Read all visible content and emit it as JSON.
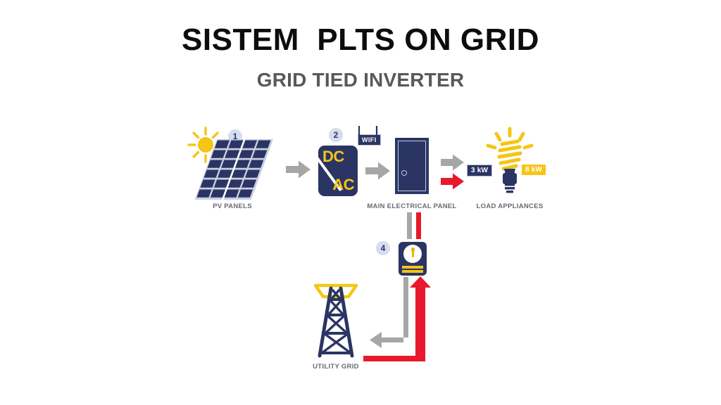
{
  "slide": {
    "background_color": "#ffffff",
    "title": "SISTEM  PLTS ON GRID",
    "subtitle": "GRID TIED INVERTER"
  },
  "palette": {
    "navy": "#2b3563",
    "yellow": "#f5c518",
    "gray_arrow": "#a6a6a6",
    "red_arrow": "#e8192c",
    "badge_bg": "#d7dcef",
    "caption_text": "#666a73",
    "title_text": "#0d0d0d",
    "subtitle_text": "#595959"
  },
  "diagram": {
    "nodes": [
      {
        "id": "sun",
        "icon": "sun-icon",
        "label": ""
      },
      {
        "id": "pv-panels",
        "step": "1",
        "icon": "solar-panel-icon",
        "label": "PV PANELS"
      },
      {
        "id": "inverter",
        "step": "2",
        "icon": "inverter-icon",
        "label": "",
        "text_top": "DC",
        "text_bottom": "AC",
        "chip": "WIFI"
      },
      {
        "id": "main-electrical-panel",
        "icon": "electrical-panel-icon",
        "label": "MAIN ELECTRICAL PANEL"
      },
      {
        "id": "load-appliances",
        "icon": "light-bulb-icon",
        "label": "LOAD APPLIANCES"
      },
      {
        "id": "energy-meter",
        "step": "4",
        "icon": "meter-icon",
        "label": ""
      },
      {
        "id": "utility-grid",
        "icon": "transmission-tower-icon",
        "label": "UTILITY GRID"
      }
    ],
    "badges": [
      {
        "id": "load-draw",
        "text": "3 kW",
        "style": "dark"
      },
      {
        "id": "load-capacity",
        "text": "8 kW",
        "style": "yellow"
      }
    ],
    "chips": [
      {
        "id": "wifi",
        "text": "WIFI"
      }
    ],
    "inverter_labels": {
      "dc": "DC",
      "ac": "AC"
    },
    "step_numbers": {
      "pv": "1",
      "inverter": "2",
      "meter": "4"
    },
    "flows": [
      {
        "id": "pv-to-inverter",
        "color": "#a6a6a6",
        "direction": "right"
      },
      {
        "id": "inverter-to-panel",
        "color": "#a6a6a6",
        "direction": "right"
      },
      {
        "id": "panel-to-load-gray",
        "color": "#a6a6a6",
        "direction": "right"
      },
      {
        "id": "panel-to-load-red",
        "color": "#e8192c",
        "direction": "right"
      },
      {
        "id": "panel-to-meter-gray",
        "color": "#a6a6a6",
        "direction": "down"
      },
      {
        "id": "panel-to-meter-red",
        "color": "#e8192c",
        "direction": "down"
      },
      {
        "id": "meter-to-grid-gray",
        "color": "#a6a6a6",
        "direction": "left"
      },
      {
        "id": "grid-to-meter-red",
        "color": "#e8192c",
        "direction": "up"
      }
    ]
  }
}
